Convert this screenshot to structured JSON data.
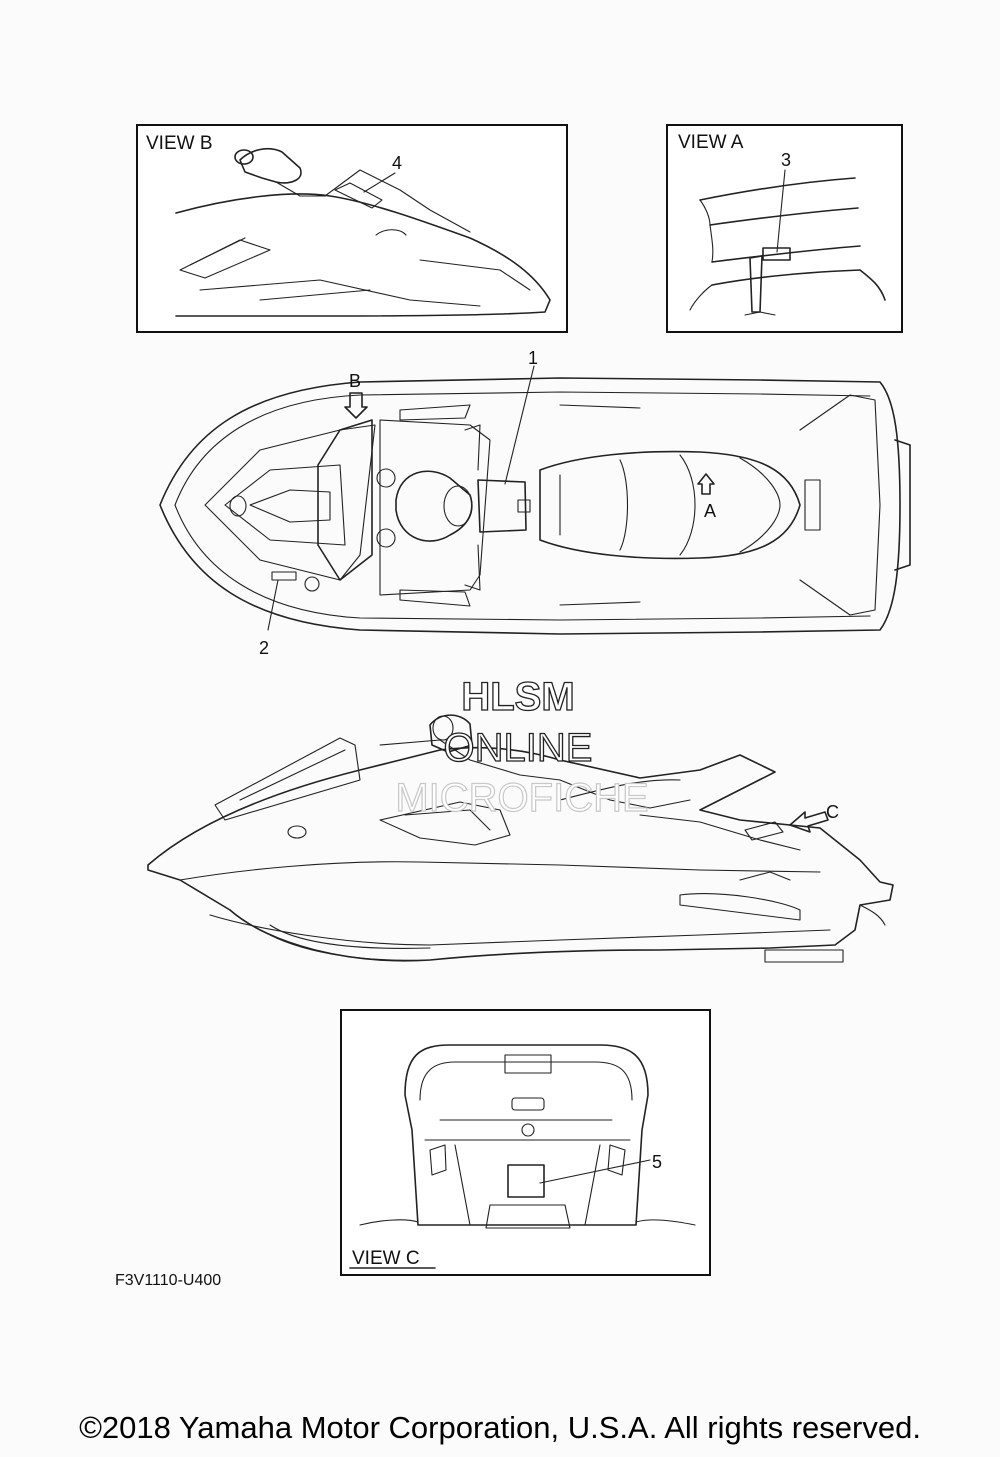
{
  "views": {
    "view_b": "VIEW B",
    "view_a": "VIEW A",
    "view_c": "VIEW C"
  },
  "callouts": {
    "c1": "1",
    "c2": "2",
    "c3": "3",
    "c4": "4",
    "c5": "5"
  },
  "arrows": {
    "b": "B",
    "a": "A",
    "c": "C"
  },
  "watermark": {
    "line1": "HLSM",
    "line2": "ONLINE",
    "line3": "MICROFICHE"
  },
  "figure_code": "F3V1110-U400",
  "copyright": "©2018 Yamaha Motor Corporation, U.S.A. All rights reserved."
}
